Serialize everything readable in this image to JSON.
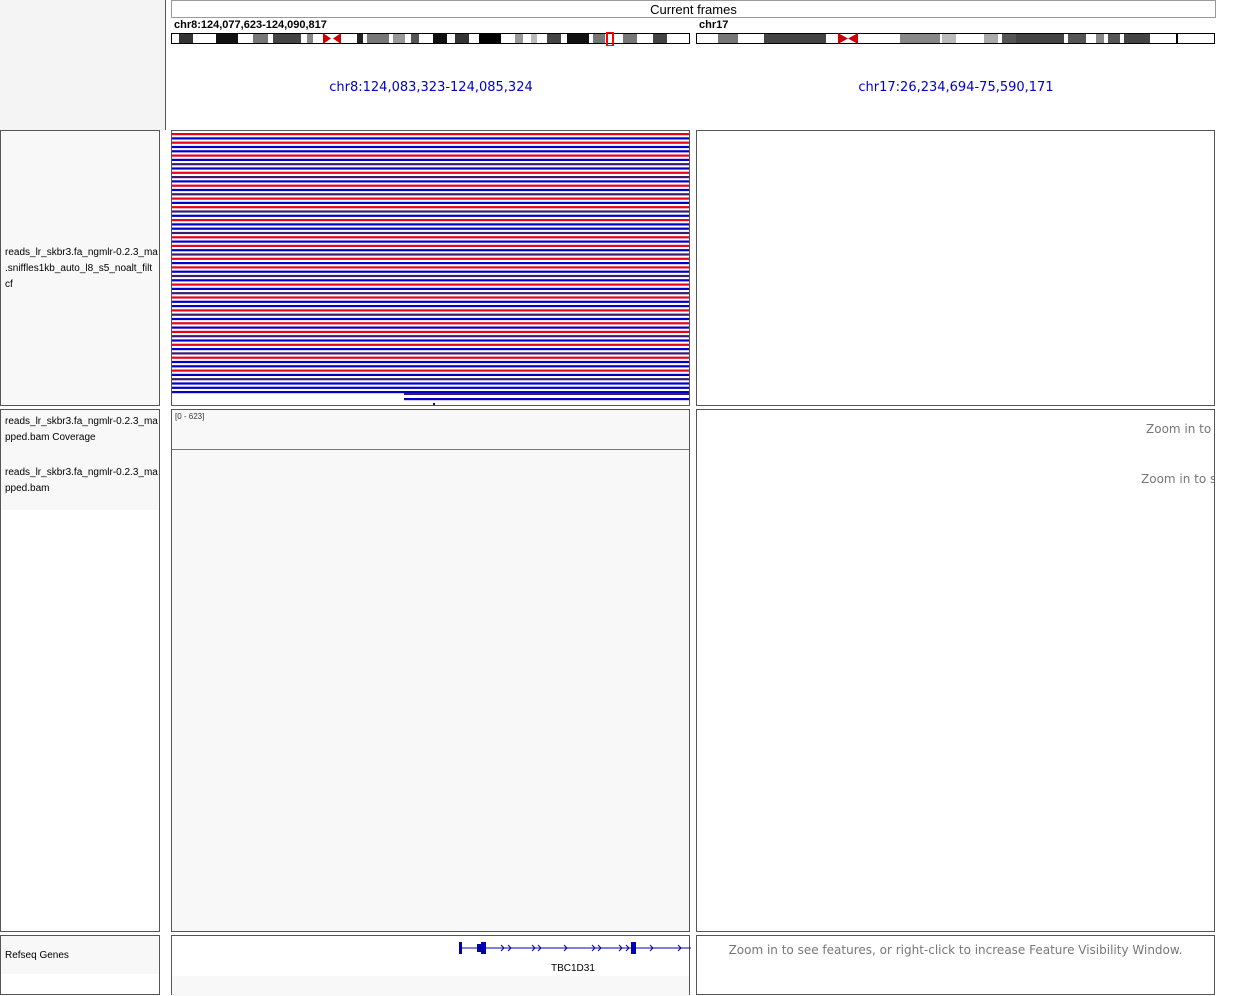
{
  "header": {
    "title": "Current frames",
    "frame1_chrom": "chr8:124,077,623-124,090,817",
    "frame2_chrom": "chr17",
    "frame1_locus": "chr8:124,083,323-124,085,324",
    "frame2_locus": "chr17:26,234,694-75,590,171"
  },
  "tracks": {
    "vcf_name_line1": "reads_lr_skbr3.fa_ngmlr-0.2.3_ma",
    "vcf_name_line2": ".sniffles1kb_auto_l8_s5_noalt_filt",
    "vcf_name_line3": "cf",
    "coverage_name_line1": "reads_lr_skbr3.fa_ngmlr-0.2.3_ma",
    "coverage_name_line2": "pped.bam Coverage",
    "bam_name_line1": "reads_lr_skbr3.fa_ngmlr-0.2.3_ma",
    "bam_name_line2": "pped.bam",
    "coverage_range": "[0 - 623]",
    "refseq_name": "Refseq Genes"
  },
  "messages": {
    "zoom_coverage": "Zoom in to s",
    "zoom_bam": "Zoom in to se",
    "zoom_features": "Zoom in to see features, or right-click to increase Feature Visibility Window."
  },
  "genes": {
    "gene1": "TBC1D31"
  },
  "colors": {
    "red_read": "#e8001c",
    "blue_read": "#0000c8",
    "locus_text": "#0000cc",
    "gene": "#0000b0"
  }
}
